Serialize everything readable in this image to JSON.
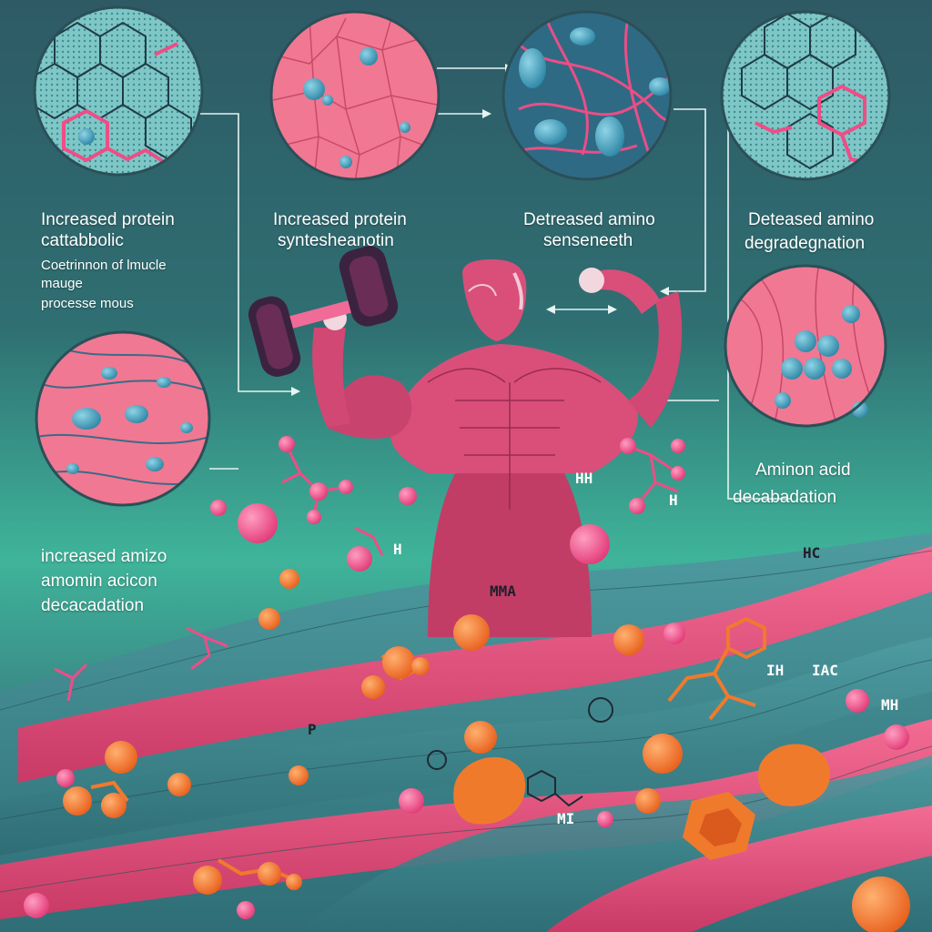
{
  "labels": {
    "top1_line1": "Increased protein",
    "top1_line2": "cattabbolic",
    "top1_line3": "Coetrinnon of lmucle",
    "top1_line4": "mauge",
    "top1_line5": "processe mous",
    "top2_line1": "Increased protein",
    "top2_line2": "syntesheanotin",
    "top3_line1": "Detreased amino",
    "top3_line2": "senseneeth",
    "top4_line1": "Deteased amino",
    "top4_line2": "degradegnation",
    "right_line1": "Aminon acid",
    "right_line2": "decabadation",
    "left_line1": "increased amizo",
    "left_line2": "amomin acicon",
    "left_line3": "decacadation"
  },
  "tags": {
    "hh": "HH",
    "h1": "H",
    "h2": "H",
    "hc": "HC",
    "mma": "MMA",
    "ih": "IH",
    "iac": "IAC",
    "mh": "MH",
    "p": "P",
    "mi": "MI"
  },
  "colors": {
    "muscle": "#d94f7a",
    "fiber_teal": "#3f8e93",
    "fiber_pink": "#e8507e",
    "molecule_orange": "#f07a2c",
    "molecule_pink": "#ee4d86",
    "cell_blue": "#4aa7c4",
    "tissue_pink": "#f27a94"
  }
}
